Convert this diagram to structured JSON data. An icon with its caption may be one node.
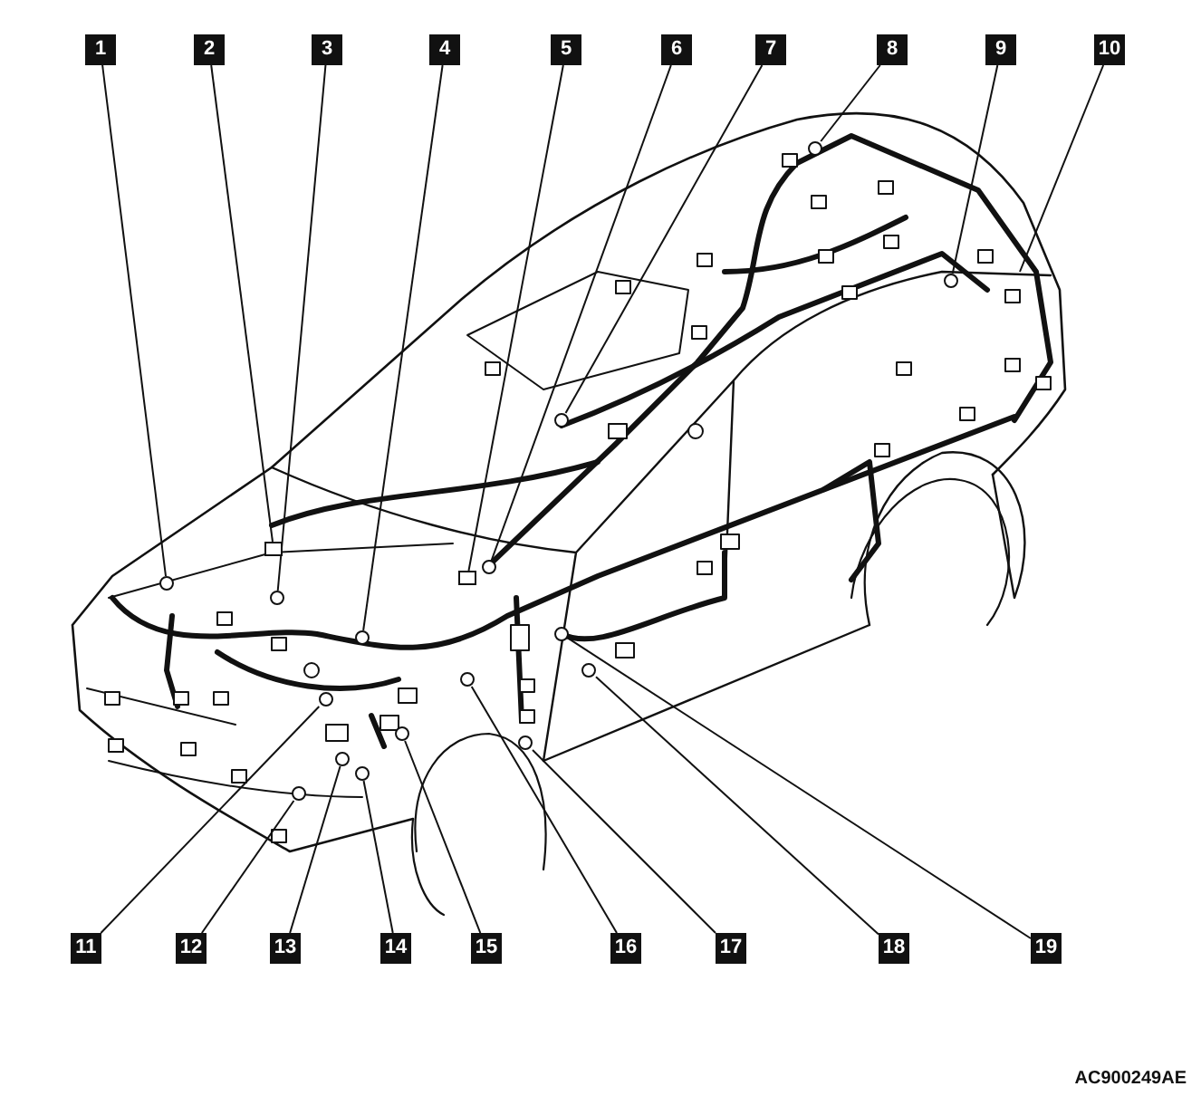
{
  "diagram": {
    "nodes": [
      {
        "text": [
          "1"
        ]
      },
      {
        "text": [
          "2"
        ]
      },
      {
        "text": [
          "3"
        ]
      },
      {
        "text": [
          "4"
        ]
      },
      {
        "text": [
          "5"
        ]
      },
      {
        "text": [
          "6"
        ]
      },
      {
        "text": [
          "7"
        ]
      },
      {
        "text": [
          "8"
        ]
      },
      {
        "text": [
          "9"
        ]
      },
      {
        "text": [
          "10"
        ]
      },
      {
        "text": [
          "11"
        ]
      },
      {
        "text": [
          "12"
        ]
      },
      {
        "text": [
          "13"
        ]
      },
      {
        "text": [
          "14"
        ]
      },
      {
        "text": [
          "15"
        ]
      },
      {
        "text": [
          "16"
        ]
      },
      {
        "text": [
          "17"
        ]
      },
      {
        "text": [
          "18"
        ]
      },
      {
        "text": [
          "19"
        ]
      },
      {
        "text": [],
        "shape": "circle"
      },
      {
        "text": [],
        "shape": "box"
      },
      {
        "text": [],
        "shape": "circle"
      },
      {
        "text": [],
        "shape": "circle"
      },
      {
        "text": [],
        "shape": "box"
      },
      {
        "text": [],
        "shape": "circle"
      },
      {
        "text": [],
        "shape": "circle"
      },
      {
        "text": [],
        "shape": "circle"
      },
      {
        "text": [],
        "shape": "circle"
      },
      {
        "text": [],
        "shape": "circle"
      },
      {
        "text": [],
        "shape": "circle"
      },
      {
        "text": [],
        "shape": "circle"
      },
      {
        "text": [],
        "shape": "circle"
      },
      {
        "text": [],
        "shape": "circle"
      },
      {
        "text": [],
        "shape": "circle"
      },
      {
        "text": [],
        "shape": "circle"
      },
      {
        "text": [],
        "shape": "circle"
      },
      {
        "text": [],
        "shape": "circle"
      }
    ],
    "edges": [
      {
        "from": 0,
        "to": 19,
        "arrow": "none"
      },
      {
        "from": 1,
        "to": 20,
        "arrow": "none"
      },
      {
        "from": 2,
        "to": 21,
        "arrow": "none"
      },
      {
        "from": 3,
        "to": 22,
        "arrow": "none"
      },
      {
        "from": 4,
        "to": 23,
        "arrow": "none"
      },
      {
        "from": 5,
        "to": 24,
        "arrow": "none"
      },
      {
        "from": 6,
        "to": 25,
        "arrow": "none"
      },
      {
        "from": 7,
        "to": 26,
        "arrow": "none"
      },
      {
        "from": 8,
        "to": 27,
        "arrow": "none"
      },
      {
        "from": 9,
        "to": null,
        "arrow": "none"
      },
      {
        "from": 10,
        "to": 28,
        "arrow": "none"
      },
      {
        "from": 11,
        "to": 29,
        "arrow": "none"
      },
      {
        "from": 12,
        "to": 30,
        "arrow": "none"
      },
      {
        "from": 13,
        "to": 31,
        "arrow": "none"
      },
      {
        "from": 14,
        "to": 32,
        "arrow": "none"
      },
      {
        "from": 15,
        "to": 33,
        "arrow": "none"
      },
      {
        "from": 16,
        "to": 34,
        "arrow": "none"
      },
      {
        "from": 17,
        "to": 35,
        "arrow": "none"
      },
      {
        "from": 18,
        "to": 36,
        "arrow": "none"
      }
    ],
    "labels": [
      "AC900249AE"
    ]
  }
}
